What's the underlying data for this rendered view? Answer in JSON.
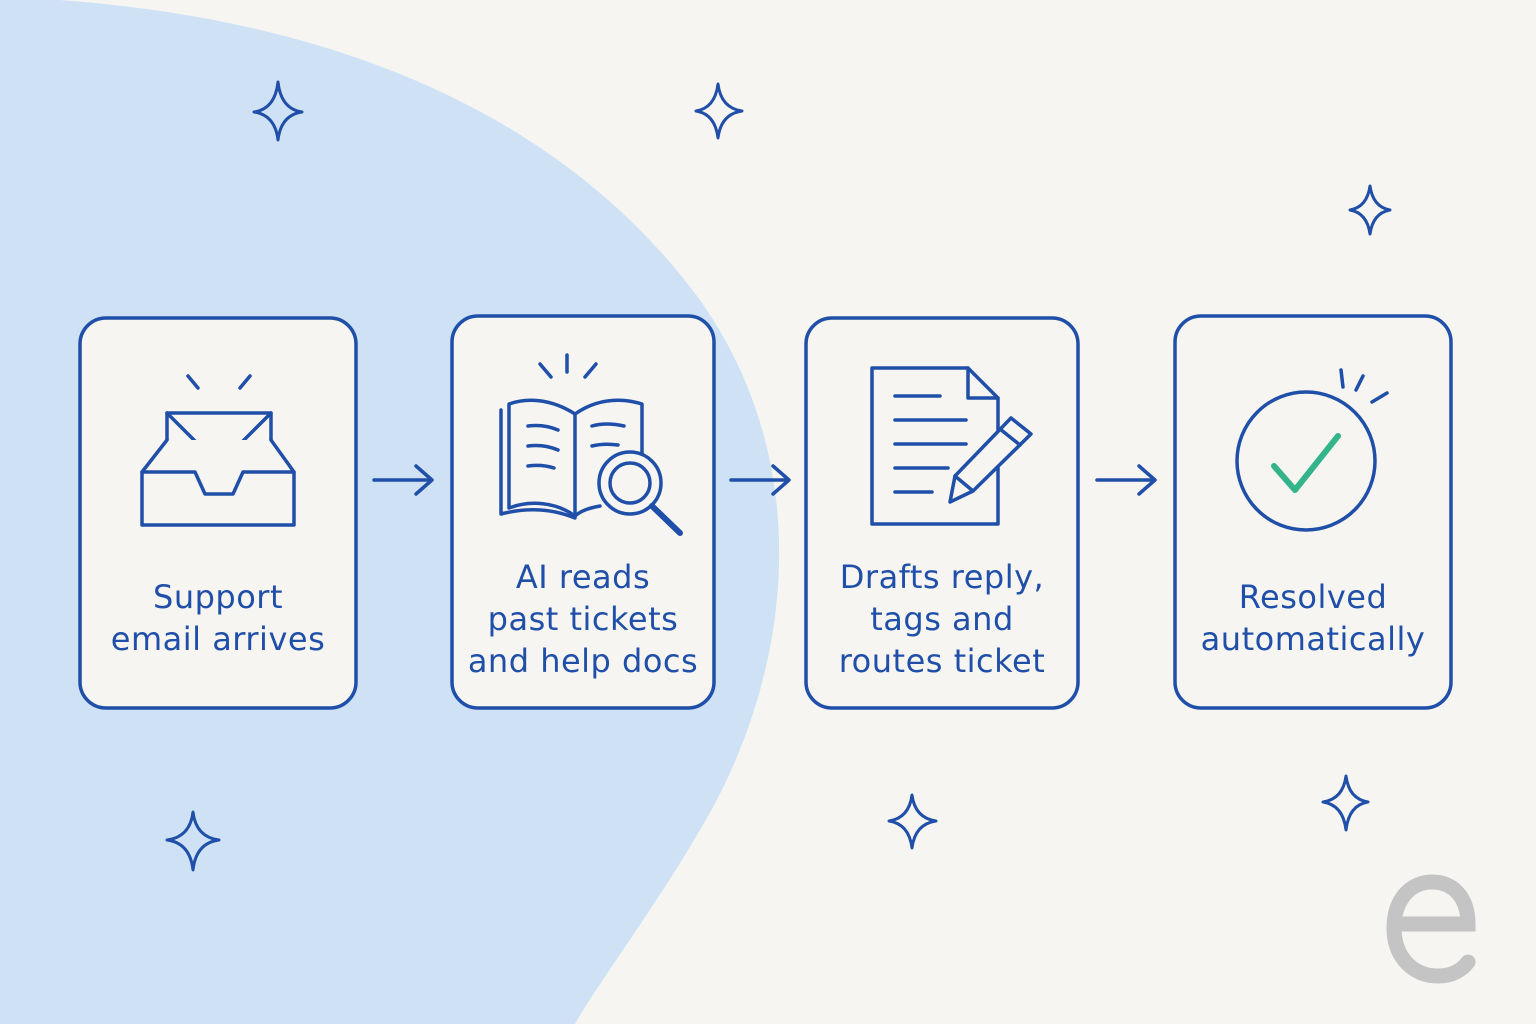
{
  "diagram": {
    "steps": [
      {
        "id": "email",
        "icon": "inbox-envelope-icon",
        "lines": [
          "Support",
          "email arrives"
        ]
      },
      {
        "id": "read",
        "icon": "book-magnifier-icon",
        "lines": [
          "AI reads",
          "past tickets",
          "and help docs"
        ]
      },
      {
        "id": "draft",
        "icon": "document-pen-icon",
        "lines": [
          "Drafts reply,",
          "tags and",
          "routes ticket"
        ]
      },
      {
        "id": "resolved",
        "icon": "check-circle-icon",
        "lines": [
          "Resolved",
          "automatically"
        ]
      }
    ],
    "arrows": [
      "arrow-right-icon",
      "arrow-right-icon",
      "arrow-right-icon"
    ],
    "decorations": [
      "sparkle-icon"
    ],
    "logo_icon": "e-logo-icon"
  },
  "colors": {
    "background": "#f6f5f1",
    "blob": "#cfe1f5",
    "ink": "#1f4fa8",
    "check": "#34b48a",
    "logo": "#c4c4c4"
  }
}
